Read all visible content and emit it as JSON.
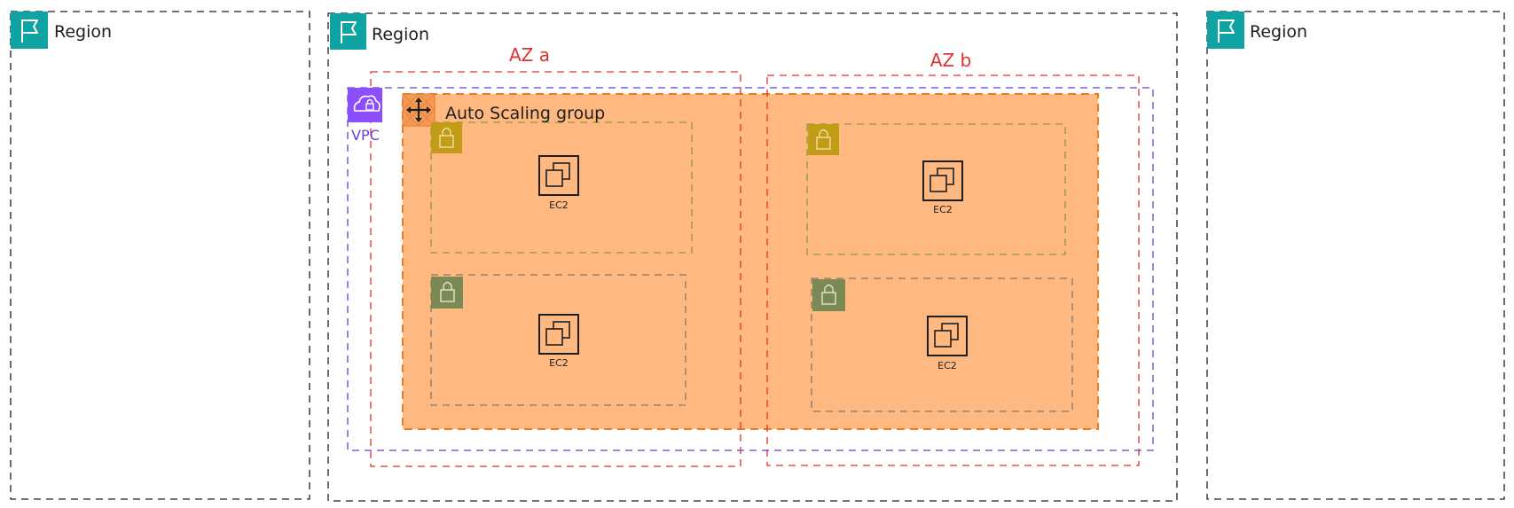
{
  "regions": [
    {
      "label": "Region"
    },
    {
      "label": "Region"
    },
    {
      "label": "Region"
    }
  ],
  "availability_zones": [
    {
      "label": "AZ a"
    },
    {
      "label": "AZ b"
    }
  ],
  "vpc": {
    "label": "VPC"
  },
  "auto_scaling_group": {
    "label": "Auto Scaling group"
  },
  "instances": [
    {
      "label": "EC2"
    },
    {
      "label": "EC2"
    },
    {
      "label": "EC2"
    },
    {
      "label": "EC2"
    }
  ],
  "icons": {
    "region": "flag-icon",
    "vpc": "cloud-lock-icon",
    "auto_scaling": "scaling-arrows-icon",
    "subnet": "lock-icon",
    "ec2": "ec2-instance-icon"
  },
  "colors": {
    "region_icon": "#0fa3a3",
    "availability_zone": "#e03131",
    "vpc": "#6741d9",
    "vpc_icon": "#8c4fff",
    "auto_scaling_fill": "#ffb880",
    "auto_scaling_border": "#f07a1e",
    "public_subnet_icon": "#c29b17",
    "private_subnet_icon": "#7b8a55"
  }
}
